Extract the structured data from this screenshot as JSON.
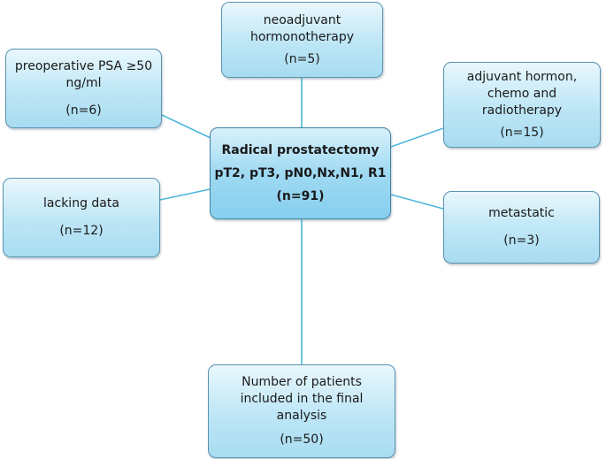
{
  "colors": {
    "connector": "#4fb6dc",
    "node_border": "#5a93b0",
    "node_fill": "#bde6f6"
  },
  "nodes": {
    "center": {
      "line1": "Radical prostatectomy",
      "line2": "pT2, pT3, pN0,Nx,N1, R1",
      "count": "(n=91)"
    },
    "neoadjuvant": {
      "line1": "neoadjuvant",
      "line2": "hormonotherapy",
      "count": "(n=5)"
    },
    "psa": {
      "line1": "preoperative PSA ≥50",
      "line2": "ng/ml",
      "count": "(n=6)"
    },
    "adjuvant": {
      "line1": "adjuvant hormon,",
      "line2": "chemo and",
      "line3": "radiotherapy",
      "count": "(n=15)"
    },
    "lacking": {
      "line1": "lacking data",
      "count": "(n=12)"
    },
    "metastatic": {
      "line1": "metastatic",
      "count": "(n=3)"
    },
    "final": {
      "line1": "Number of patients",
      "line2": "included in the final",
      "line3": "analysis",
      "count": "(n=50)"
    }
  }
}
